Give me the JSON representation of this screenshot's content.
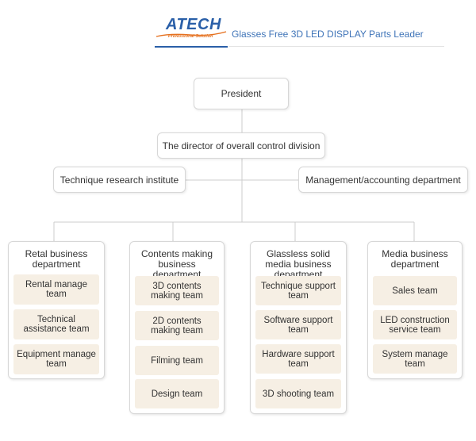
{
  "header": {
    "logo_text": "ATECH",
    "logo_subtext": "Professional Solution",
    "tagline": "Glasses Free 3D LED DISPLAY Parts Leader"
  },
  "org": {
    "president": "President",
    "director": "The director of overall control division",
    "technique_institute": "Technique research institute",
    "management_dept": "Management/accounting department",
    "departments": [
      {
        "title": "Retal business department",
        "teams": [
          "Rental manage team",
          "Technical assistance team",
          "Equipment manage team"
        ]
      },
      {
        "title": "Contents making business department",
        "teams": [
          "3D contents making team",
          "2D contents making team",
          "Filming team",
          "Design team"
        ]
      },
      {
        "title": "Glassless solid media business department",
        "teams": [
          "Technique support team",
          "Software support team",
          "Hardware support team",
          "3D shooting team"
        ]
      },
      {
        "title": "Media business department",
        "teams": [
          "Sales team",
          "LED construction service team",
          "System manage team"
        ]
      }
    ]
  },
  "colors": {
    "brand_blue": "#2a5fa8",
    "brand_orange": "#e5701e",
    "tagline_blue": "#3f74b8",
    "team_fill": "#f6efe4",
    "box_border": "#d7d7d7",
    "connector": "#cccccc"
  }
}
